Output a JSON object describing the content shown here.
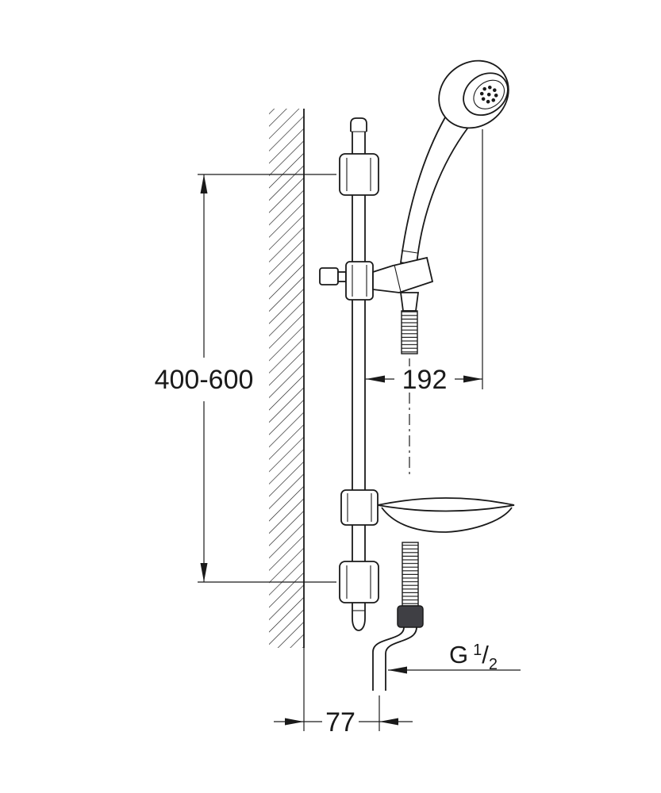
{
  "drawing": {
    "background": "#ffffff",
    "line_color": "#1a1a1a",
    "dimensions": {
      "rail_height": "400-600",
      "head_offset": "192",
      "wall_distance": "77"
    },
    "thread_label": {
      "prefix": "G",
      "numerator": "1",
      "separator": "/",
      "denominator": "2"
    }
  }
}
